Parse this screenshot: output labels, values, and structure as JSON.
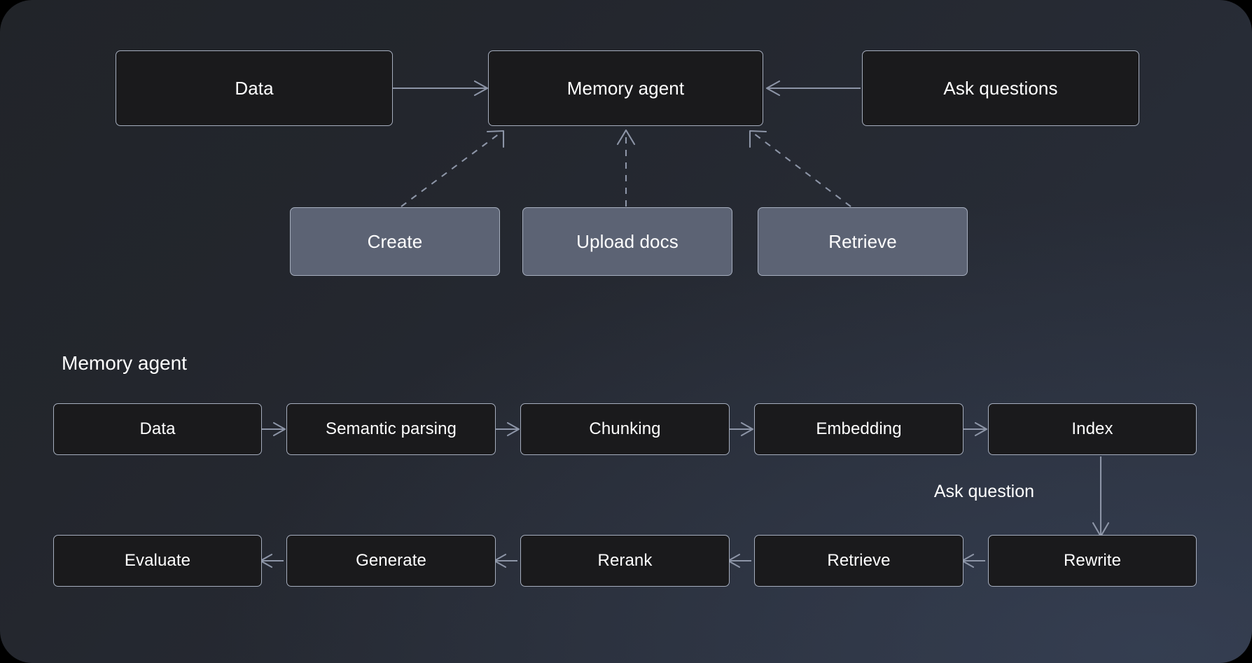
{
  "diagram": {
    "title_caption": "Memory agent",
    "overview": {
      "nodes": [
        {
          "id": "data",
          "label": "Data"
        },
        {
          "id": "memory-agent",
          "label": "Memory agent"
        },
        {
          "id": "ask-questions",
          "label": "Ask questions"
        }
      ],
      "operations": [
        {
          "id": "create",
          "label": "Create"
        },
        {
          "id": "upload-docs",
          "label": "Upload docs"
        },
        {
          "id": "retrieve",
          "label": "Retrieve"
        }
      ]
    },
    "pipeline": {
      "ingest_row": [
        {
          "id": "p-data",
          "label": "Data"
        },
        {
          "id": "p-semantic-parsing",
          "label": "Semantic parsing"
        },
        {
          "id": "p-chunking",
          "label": "Chunking"
        },
        {
          "id": "p-embedding",
          "label": "Embedding"
        },
        {
          "id": "p-index",
          "label": "Index"
        }
      ],
      "transition_label": "Ask question",
      "query_row": [
        {
          "id": "p-rewrite",
          "label": "Rewrite"
        },
        {
          "id": "p-retrieve",
          "label": "Retrieve"
        },
        {
          "id": "p-rerank",
          "label": "Rerank"
        },
        {
          "id": "p-generate",
          "label": "Generate"
        },
        {
          "id": "p-evaluate",
          "label": "Evaluate"
        }
      ]
    },
    "colors": {
      "box_fill": "#1a1a1c",
      "box_fill_active": "#5c6374",
      "box_border": "#a6aebe",
      "connector": "#8d95a7",
      "text": "#ffffff",
      "canvas_dark": "#212429",
      "canvas_light": "#2a303d"
    }
  }
}
